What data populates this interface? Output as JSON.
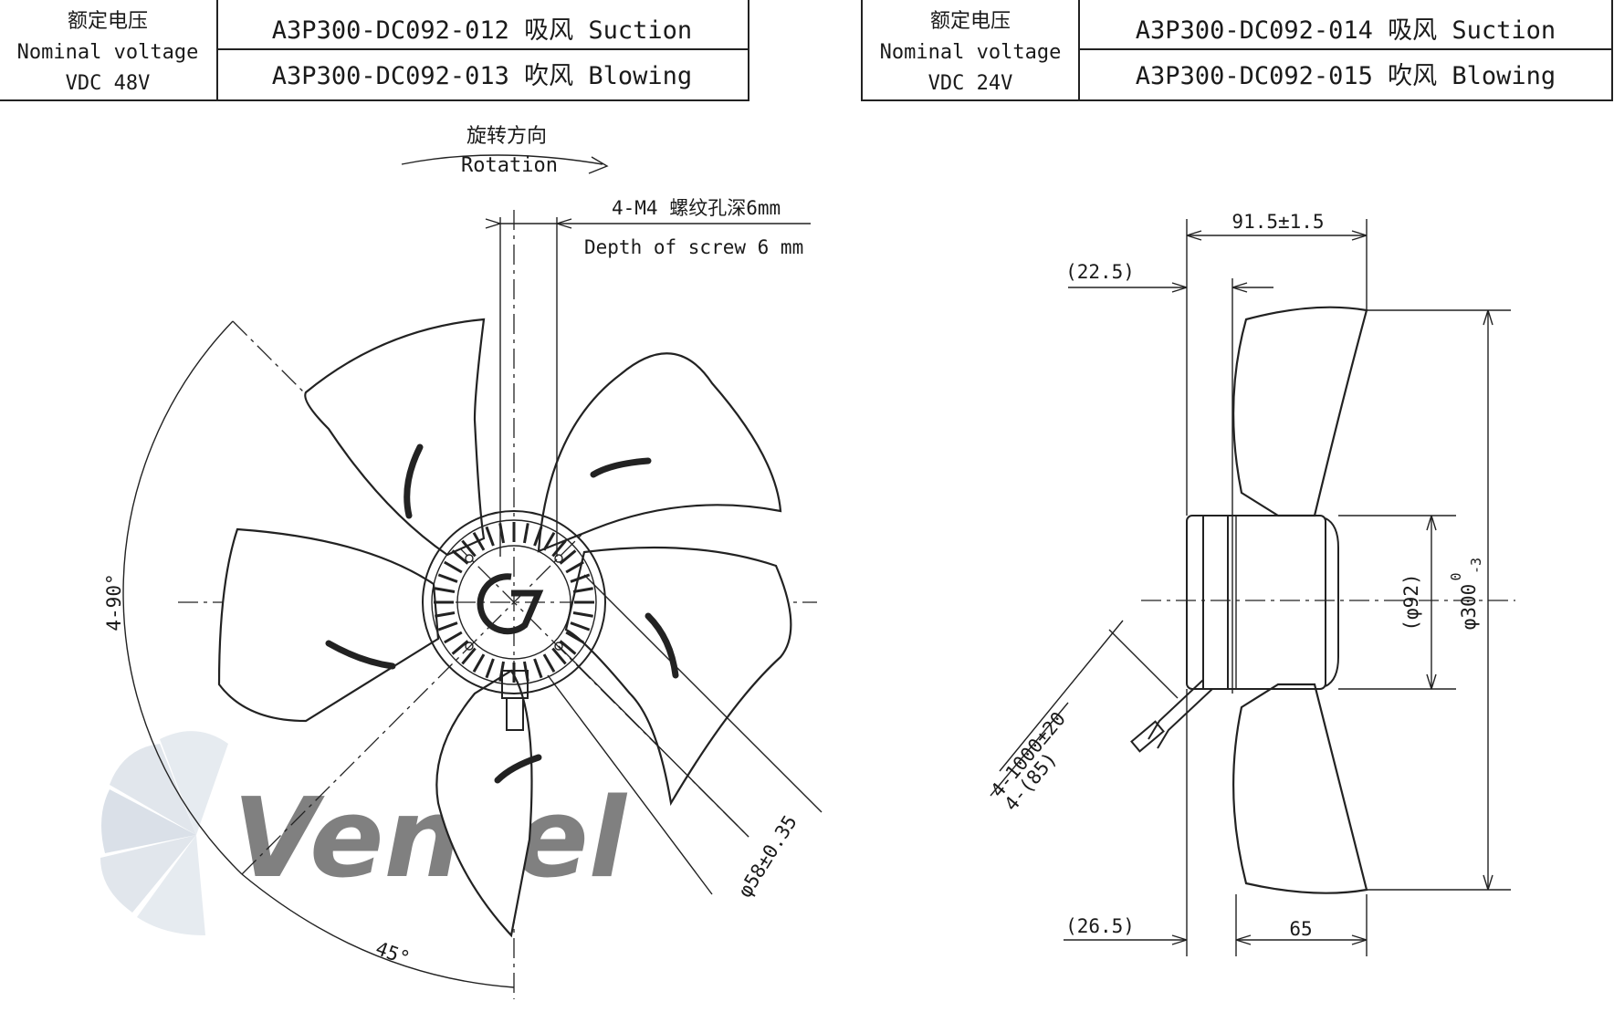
{
  "tables": [
    {
      "voltage_cn": "额定电压",
      "voltage_en": "Nominal voltage",
      "voltage_value": "VDC 48V",
      "rows": [
        "A3P300-DC092-012 吸风 Suction",
        "A3P300-DC092-013 吹风 Blowing"
      ]
    },
    {
      "voltage_cn": "额定电压",
      "voltage_en": "Nominal voltage",
      "voltage_value": "VDC 24V",
      "rows": [
        "A3P300-DC092-014 吸风 Suction",
        "A3P300-DC092-015 吹风 Blowing"
      ]
    }
  ],
  "front_view": {
    "rotation_cn": "旋转方向",
    "rotation_en": "Rotation",
    "screw_cn": "4-M4 螺纹孔深6mm",
    "screw_en": "Depth of screw 6 mm",
    "angle_90": "4-90°",
    "angle_45": "45°",
    "bolt_circle": "φ58±0.35"
  },
  "side_view": {
    "overall_depth": "91.5±1.5",
    "offset_top": "(22.5)",
    "offset_bottom": "(26.5)",
    "motor_depth": "65",
    "hub_diameter": "(φ92)",
    "fan_diameter": "φ300",
    "tol_upper": "0",
    "tol_lower": "-3",
    "cable_length": "4-1000±20",
    "cable_strip": "4-(85)"
  },
  "watermark": "Ventel",
  "colors": {
    "line": "#222222",
    "watermark": "#b9c6d6"
  }
}
